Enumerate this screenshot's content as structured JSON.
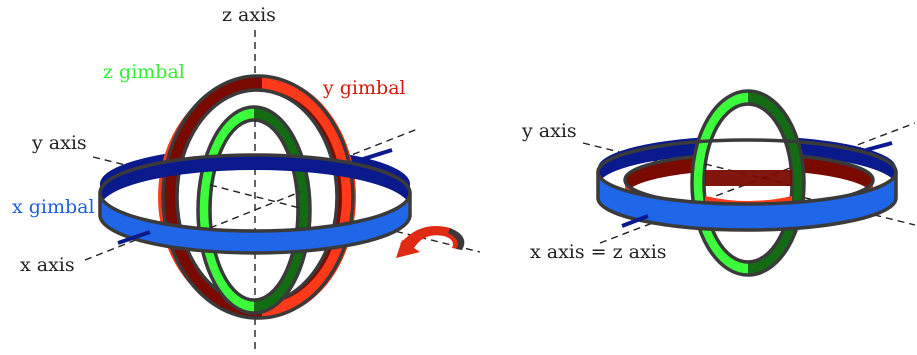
{
  "colors": {
    "x_gimbal": "#1f66e8",
    "x_gimbal_dark": "#0a1a8c",
    "y_gimbal": "#ff3a1a",
    "y_gimbal_dark": "#7a0a00",
    "z_gimbal": "#3cff3c",
    "z_gimbal_dark": "#136b13",
    "ring_edge": "#3a3a3a",
    "axis_line": "#222222",
    "rotation_arrow": "#e02a14"
  },
  "left_diagram": {
    "labels": {
      "z_axis": "z axis",
      "y_axis": "y axis",
      "x_axis": "x axis",
      "z_gimbal": "z gimbal",
      "y_gimbal": "y gimbal",
      "x_gimbal": "x gimbal"
    },
    "icons": [
      "rotation-arrow-icon"
    ]
  },
  "right_diagram": {
    "labels": {
      "y_axis": "y axis",
      "xz_axis": "x axis = z axis"
    }
  }
}
